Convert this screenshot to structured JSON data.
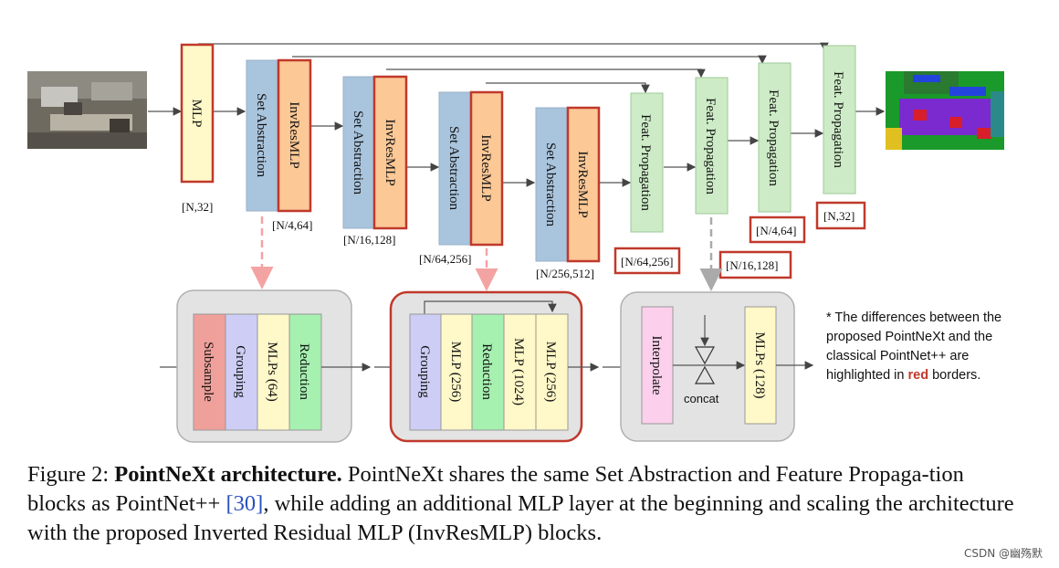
{
  "figure": {
    "encoder": {
      "mlp_label": "MLP",
      "mlp_dim": "[N,32]",
      "stages": [
        {
          "sa": "Set Abstraction",
          "inv": "InvResMLP",
          "dim": "[N/4,64]"
        },
        {
          "sa": "Set Abstraction",
          "inv": "InvResMLP",
          "dim": "[N/16,128]"
        },
        {
          "sa": "Set Abstraction",
          "inv": "InvResMLP",
          "dim": "[N/64,256]"
        },
        {
          "sa": "Set Abstraction",
          "inv": "InvResMLP",
          "dim": "[N/256,512]"
        }
      ]
    },
    "decoder": [
      {
        "label": "Feat. Propagation",
        "dim": "[N/64,256]"
      },
      {
        "label": "Feat. Propagation",
        "dim": "[N/16,128]"
      },
      {
        "label": "Feat. Propagation",
        "dim": "[N/4,64]"
      },
      {
        "label": "Feat. Propagation",
        "dim": "[N,32]"
      }
    ],
    "detail_sa": {
      "cells": [
        "Subsample",
        "Grouping",
        "MLPs (64)",
        "Reduction"
      ]
    },
    "detail_inv": {
      "cells": [
        "Grouping",
        "MLP (256)",
        "Reduction",
        "MLP (1024)",
        "MLP (256)"
      ]
    },
    "detail_fp": {
      "cells": [
        "Interpolate",
        "MLPs (128)"
      ],
      "concat_label": "concat"
    },
    "note": {
      "text": "* The differences between the proposed PointNeXt and the classical PointNet++ are highlighted in",
      "highlight": "red",
      "tail": "borders."
    }
  },
  "caption": {
    "prefix": "Figure 2: ",
    "title": "PointNeXt architecture.",
    "body_1": " PointNeXt shares the same Set Abstraction and Feature Propaga-tion blocks as PointNet++ ",
    "ref": "[30]",
    "body_2": ", while adding an additional MLP layer at the beginning and scaling the architecture with the proposed Inverted Residual MLP (InvResMLP) blocks."
  },
  "watermark": "CSDN @幽殇默",
  "colors": {
    "red_border": "#c0392b",
    "sa_blue": "#a9c4dd",
    "inv_orange": "#fbc896",
    "mlp_yellow": "#fff8c8",
    "fp_green": "#cdebc6",
    "subsample_red": "#f0a09a",
    "grouping_lavender": "#cdcdf5",
    "reduction_green": "#a6f0b0",
    "interpolate_pink": "#fcd0ec"
  }
}
